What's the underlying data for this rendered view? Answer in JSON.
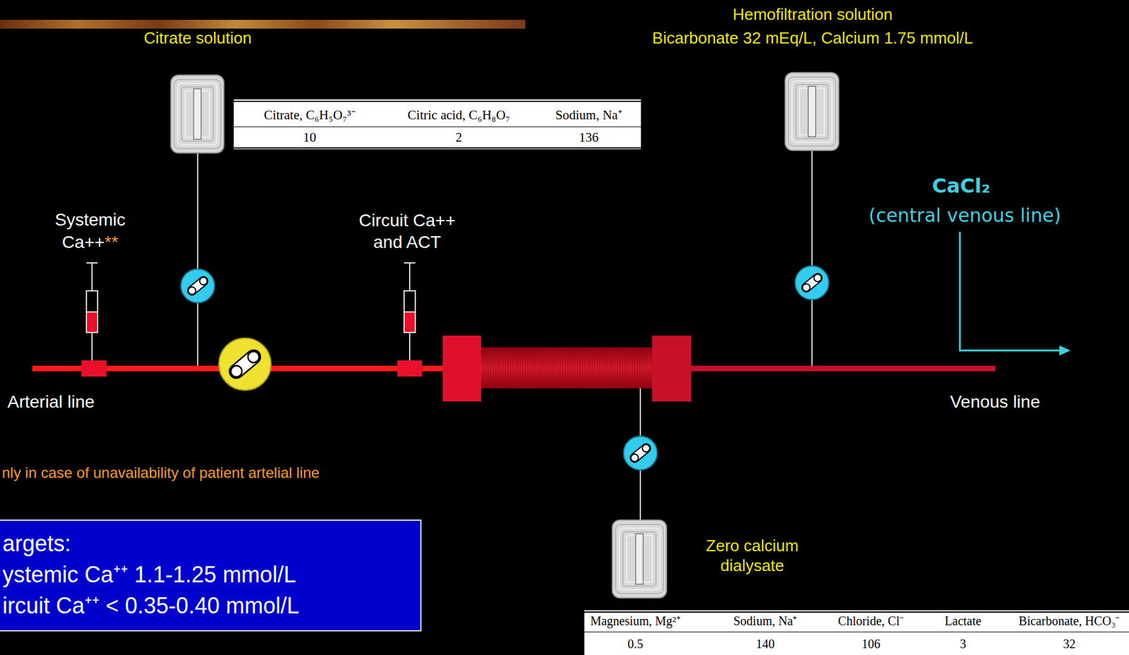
{
  "diagram": {
    "nodes": [
      {
        "text": [
          "Citrate solution"
        ]
      },
      {
        "text": [
          "Hemofiltration solution",
          "Bicarbonate 32 mEq/L, Calcium 1.75 mmol/L"
        ]
      },
      {
        "text": [
          "Zero calcium dialysate"
        ]
      },
      {
        "text": [
          "argets:",
          "ystemic Ca⁺⁺ 1.1-1.25 mmol/L",
          "ircuit Ca⁺⁺ < 0.35-0.40 mmol/L"
        ]
      }
    ],
    "labels": [
      "Systemic Ca++",
      "**",
      "Circuit Ca++ and ACT",
      "Arterial line",
      "Venous line",
      "CaCl₂",
      "(central venous line)",
      "nly in case of unavailability of patient artelial line",
      "Citrate, C₆H₅O₇³⁻",
      "Citric acid, C₆H₈O₇",
      "Sodium, Na⁺",
      "10",
      "2",
      "136",
      "Magnesium, Mg²⁺",
      "Sodium, Na⁺",
      "Chloride, Cl⁻",
      "Lactate",
      "Bicarbonate, HCO₃⁻",
      "0.5",
      "140",
      "106",
      "3",
      "32"
    ]
  }
}
